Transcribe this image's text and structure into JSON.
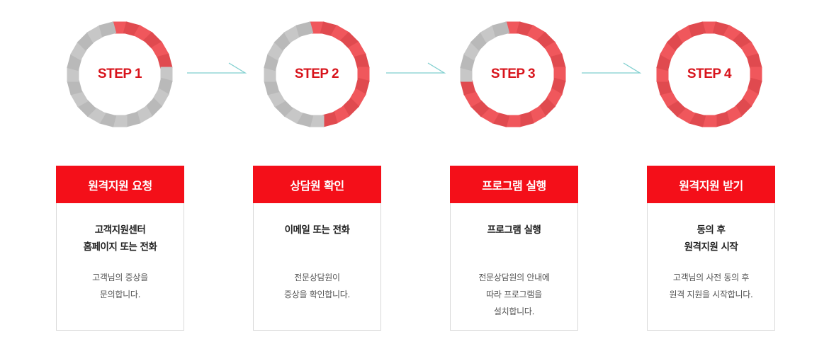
{
  "colors": {
    "accent": "#f40f19",
    "step_text": "#d8141c",
    "segment_gray": "#c4c4c4",
    "arrow": "#7fcfcf"
  },
  "steps": [
    {
      "label": "STEP 1",
      "filled": 6,
      "title": "원격지원 요청",
      "subtitle": [
        "고객지원센터",
        "홈페이지 또는 전화"
      ],
      "desc": [
        "고객님의 증상을",
        "문의합니다."
      ]
    },
    {
      "label": "STEP 2",
      "filled": 12,
      "title": "상담원 확인",
      "subtitle": [
        "이메일 또는 전화"
      ],
      "desc": [
        "전문상담원이",
        "증상을 확인합니다."
      ]
    },
    {
      "label": "STEP 3",
      "filled": 18,
      "title": "프로그램 실행",
      "subtitle": [
        "프로그램 실행"
      ],
      "desc": [
        "전문상담원의 안내에",
        "따라 프로그램을",
        "설치합니다."
      ]
    },
    {
      "label": "STEP 4",
      "filled": 24,
      "title": "원격지원 받기",
      "subtitle": [
        "동의 후",
        "원격지원 시작"
      ],
      "desc": [
        "고객님의 사전 동의 후",
        "원격 지원을 시작합니다."
      ]
    }
  ]
}
